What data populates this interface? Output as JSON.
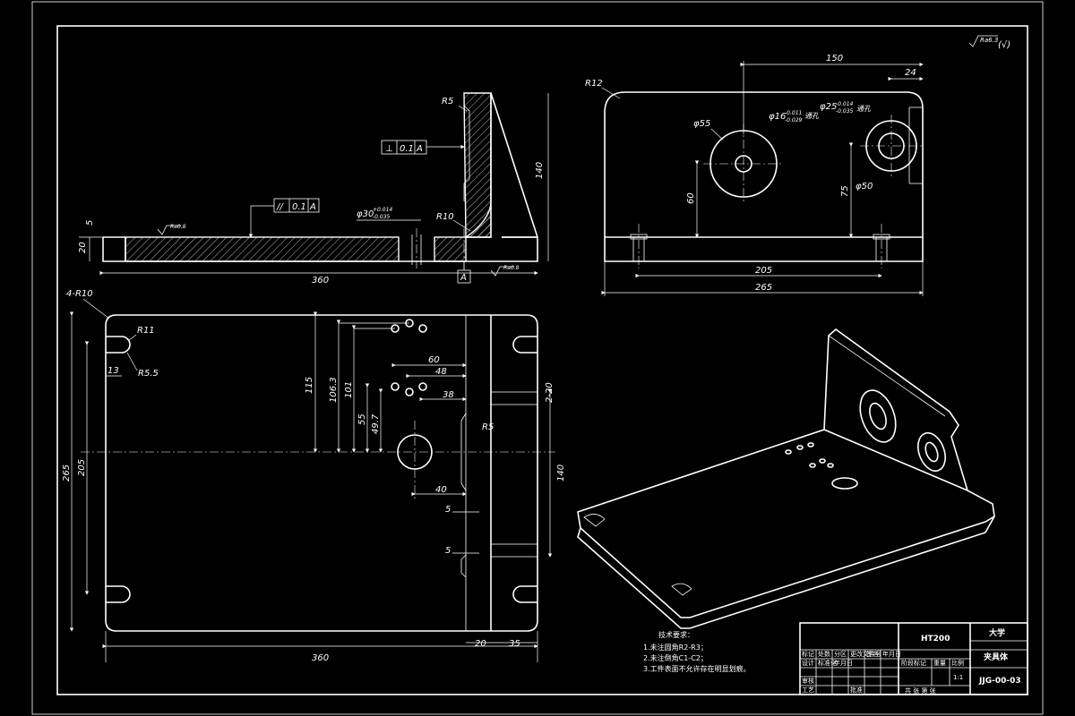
{
  "colors": {
    "background": "#000000",
    "lines": "#ffffff"
  },
  "roughness": {
    "value": "Ra6.3",
    "tail": "(√)"
  },
  "front_view": {
    "labels": {
      "r5": "R5",
      "r10": "R10",
      "perp_sym": "⊥",
      "perp_val": "0.1",
      "perp_ref": "A",
      "par_sym": "//",
      "par_val": "0.1",
      "par_ref": "A",
      "phi30": "φ30",
      "phi30_up": "+0.014",
      "phi30_lo": "-0.035",
      "datum": "A",
      "ra_left": "Ra0.8",
      "ra_right": "Ra0.8"
    },
    "dims": {
      "d5": "5",
      "d20": "20",
      "d140": "140",
      "d360": "360"
    }
  },
  "side_view": {
    "labels": {
      "r12": "R12",
      "phi55": "φ55",
      "phi16": "φ16",
      "phi16_up": "-0.011",
      "phi16_lo": "-0.029",
      "phi16_note": "通孔",
      "phi25": "φ25",
      "phi25_up": "-0.014",
      "phi25_lo": "-0.035",
      "phi25_note": "通孔",
      "phi50": "φ50"
    },
    "dims": {
      "d150": "150",
      "d24": "24",
      "d60": "60",
      "d75": "75",
      "d205": "205",
      "d265": "265"
    }
  },
  "top_view": {
    "labels": {
      "r4": "4-R10",
      "r11": "R11",
      "r55": "R5.5",
      "r5": "R5",
      "two20": "2-20"
    },
    "dims": {
      "d13": "13",
      "d115": "115",
      "d106": "106.3",
      "d101": "101",
      "d55": "55",
      "d497": "49.7",
      "d60": "60",
      "d48": "48",
      "d38": "38",
      "d40": "40",
      "d5a": "5",
      "d5b": "5",
      "d265": "265",
      "d205": "205",
      "d140": "140",
      "d20": "20",
      "d35": "35",
      "d360": "360"
    }
  },
  "notes": {
    "title": "技术要求：",
    "items": [
      "1.未注圆角R2-R3；",
      "2.未注倒角C1-C2；",
      "3.工件表面不允许存在明显划痕。"
    ]
  },
  "title_block": {
    "material": "HT200",
    "school": "大学",
    "part_name": "夹具体",
    "drawing_no": "JJG-00-03",
    "scale": "1:1",
    "header_cells": [
      "标记",
      "处数",
      "分区",
      "更改文件号",
      "签名",
      "年月日"
    ],
    "row_cells": [
      "设计",
      "标准化",
      "年月日"
    ],
    "stage_cells": [
      "阶段标记",
      "重量",
      "比例"
    ],
    "audit": "审核",
    "process": "工艺",
    "approve": "批准",
    "sheets": "共 张  第 张"
  }
}
